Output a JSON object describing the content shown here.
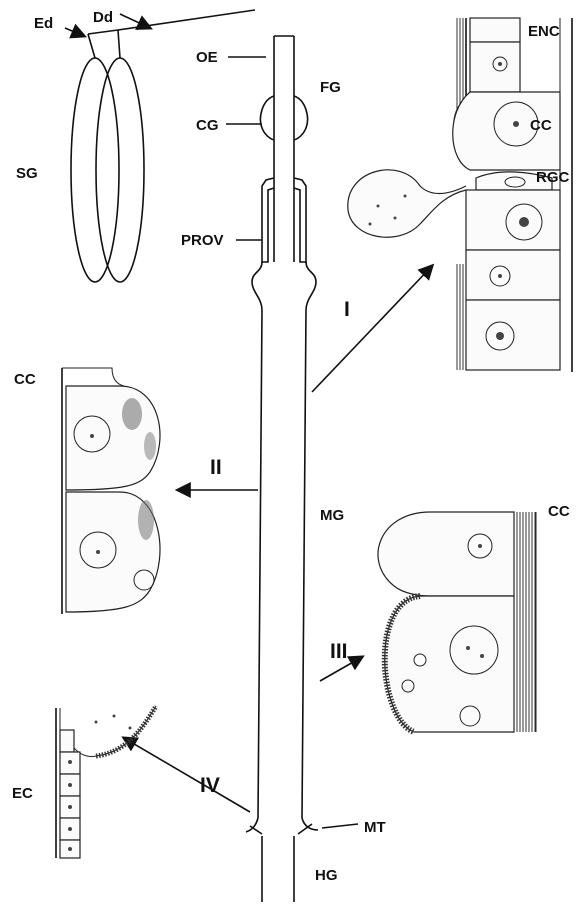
{
  "labels": {
    "dd": "Dd",
    "ed": "Ed",
    "sg": "SG",
    "oe": "OE",
    "fg": "FG",
    "cg": "CG",
    "prov": "PROV",
    "mg": "MG",
    "mt": "MT",
    "hg": "HG",
    "enc": "ENC",
    "cc_region1": "CC",
    "rgc": "RGC",
    "cc_region2": "CC",
    "cc_region3": "CC",
    "ec": "EC"
  },
  "regions": {
    "r1": "I",
    "r2": "II",
    "r3": "III",
    "r4": "IV"
  }
}
